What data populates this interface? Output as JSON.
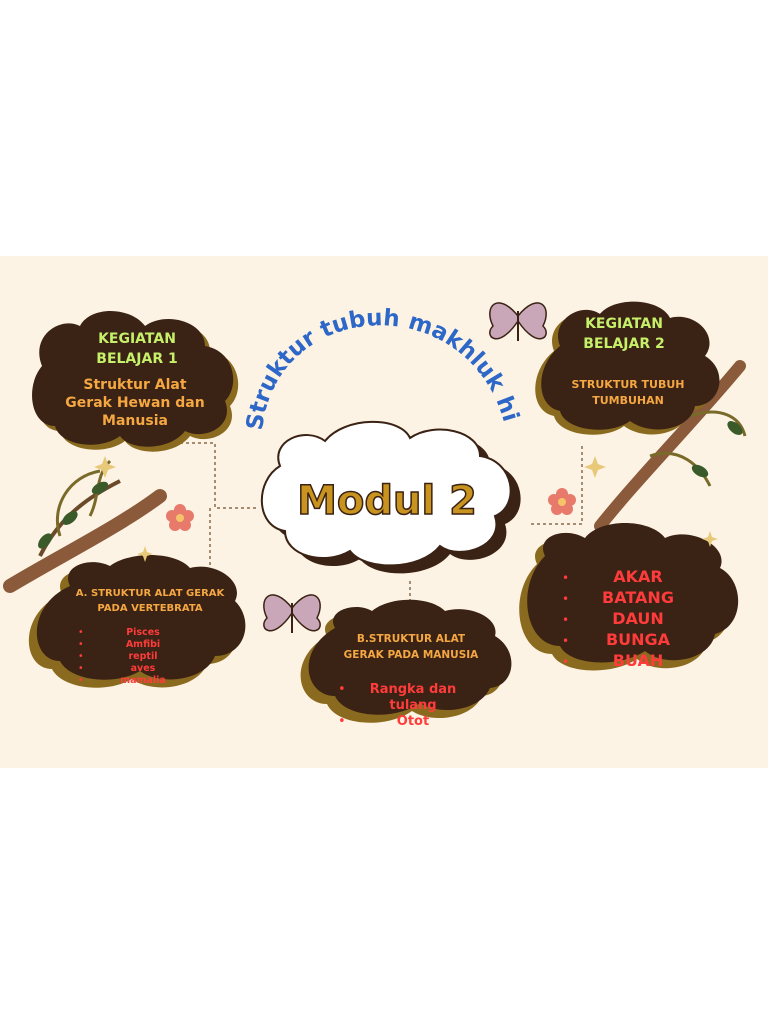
{
  "arc_title": "Struktur tubuh makhluk hidup",
  "center": {
    "title": "Modul 2"
  },
  "kb1": {
    "heading_line1": "KEGIATAN",
    "heading_line2": "BELAJAR 1",
    "body": [
      "Struktur Alat",
      "Gerak Hewan dan",
      "Manusia"
    ]
  },
  "kb2": {
    "heading_line1": "KEGIATAN",
    "heading_line2": "BELAJAR 2",
    "body": [
      "STRUKTUR TUBUH",
      "TUMBUHAN"
    ]
  },
  "vertebrata": {
    "title": [
      "A. STRUKTUR ALAT GERAK",
      "PADA VERTEBRATA"
    ],
    "items": [
      "Pisces",
      "Amfibi",
      "reptil",
      "aves",
      "mamalia"
    ]
  },
  "manusia": {
    "title": [
      "B.STRUKTUR ALAT",
      "GERAK PADA MANUSIA"
    ],
    "items": [
      "Rangka dan",
      "tulang",
      "Otot"
    ]
  },
  "tumbuhan": {
    "items": [
      "AKAR",
      "BATANG",
      "DAUN",
      "BUNGA",
      "BUAH"
    ]
  },
  "colors": {
    "background": "#fdf3e4",
    "cloud": "#3a2214",
    "cloud_shadow": "#8a6a1e",
    "heading_green": "#c6f06a",
    "body_orange": "#f5a742",
    "list_red": "#ff3b3b",
    "title_blue": "#2d67c8",
    "modul_gold": "#c8931e"
  },
  "icons": [
    "butterfly-icon",
    "flower-icon",
    "sparkle-icon",
    "branch-decoration"
  ]
}
